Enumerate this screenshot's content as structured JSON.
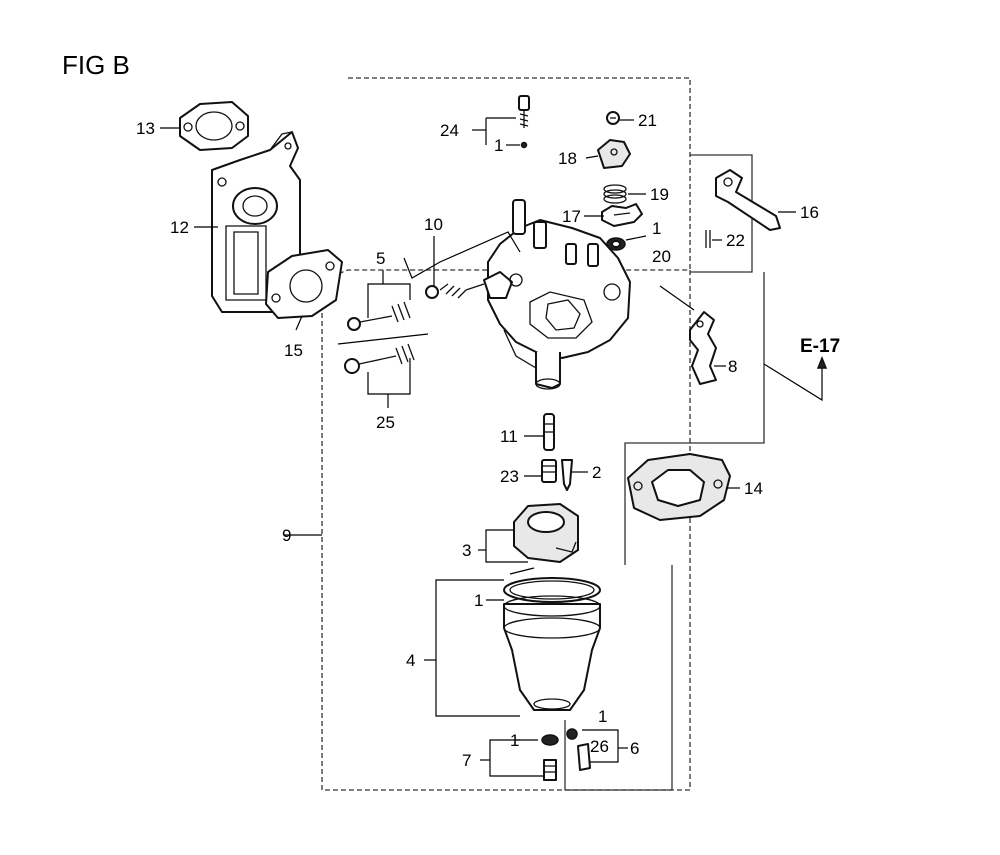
{
  "title": "FIG B",
  "callouts": {
    "p1a": "1",
    "p1b": "1",
    "p1c": "1",
    "p1d": "1",
    "p1e": "1",
    "p2": "2",
    "p3": "3",
    "p4": "4",
    "p5": "5",
    "p6": "6",
    "p7": "7",
    "p8": "8",
    "p9": "9",
    "p10": "10",
    "p11": "11",
    "p12": "12",
    "p13": "13",
    "p14": "14",
    "p15": "15",
    "p16": "16",
    "p17": "17",
    "p18": "18",
    "p19": "19",
    "p20": "20",
    "p21": "21",
    "p22": "22",
    "p23": "23",
    "p24": "24",
    "p25": "25",
    "p26": "26"
  },
  "reference": "E-17"
}
